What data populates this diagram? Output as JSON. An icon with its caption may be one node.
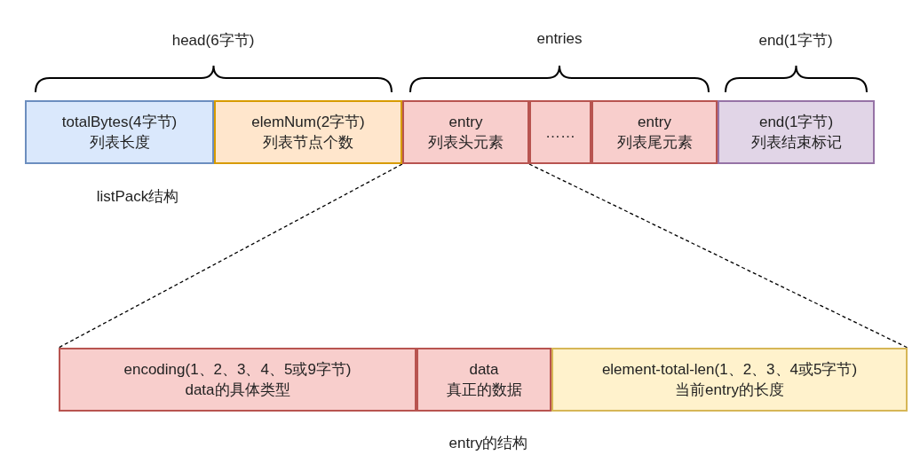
{
  "diagram": {
    "nodes": [
      {
        "text": [
          "totalBytes(4字节)",
          "列表长度"
        ]
      },
      {
        "text": [
          "elemNum(2字节)",
          "列表节点个数"
        ]
      },
      {
        "text": [
          "entry",
          "列表头元素"
        ]
      },
      {
        "text": [
          "……"
        ]
      },
      {
        "text": [
          "entry",
          "列表尾元素"
        ]
      },
      {
        "text": [
          "end(1字节)",
          "列表结束标记"
        ]
      },
      {
        "text": [
          "encoding(1、2、3、4、5或9字节)",
          "data的具体类型"
        ]
      },
      {
        "text": [
          "data",
          "真正的数据"
        ]
      },
      {
        "text": [
          "element-total-len(1、2、3、4或5字节)",
          "当前entry的长度"
        ]
      }
    ],
    "edges": [
      {
        "from": 2,
        "to": 6,
        "arrow": "none",
        "style": "dashed"
      },
      {
        "from": 2,
        "to": 8,
        "arrow": "none",
        "style": "dashed"
      }
    ],
    "labels": [
      "head(6字节)",
      "entries",
      "end(1字节)",
      "listPack结构",
      "entry的结构"
    ]
  }
}
